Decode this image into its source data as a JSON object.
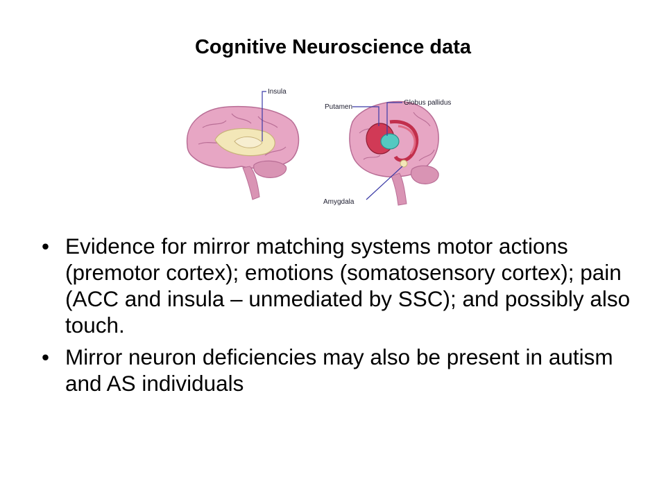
{
  "title": "Cognitive Neuroscience data",
  "figure": {
    "labels": {
      "insula": "Insula",
      "putamen": "Putamen",
      "globus_pallidus": "Globus pallidus",
      "amygdala": "Amygdala"
    },
    "colors": {
      "cortex": "#e7a6c4",
      "cortex_dark": "#b86d95",
      "insula_region": "#f3e7b8",
      "putamen": "#d13a56",
      "globus_pallidus": "#55c9c1",
      "leader_line": "#3a3aa6"
    }
  },
  "bullets": [
    "Evidence for mirror matching systems motor actions (premotor cortex); emotions (somatosensory cortex); pain (ACC and insula – unmediated by SSC); and possibly also touch.",
    "Mirror neuron deficiencies may also be present in autism and AS individuals"
  ]
}
